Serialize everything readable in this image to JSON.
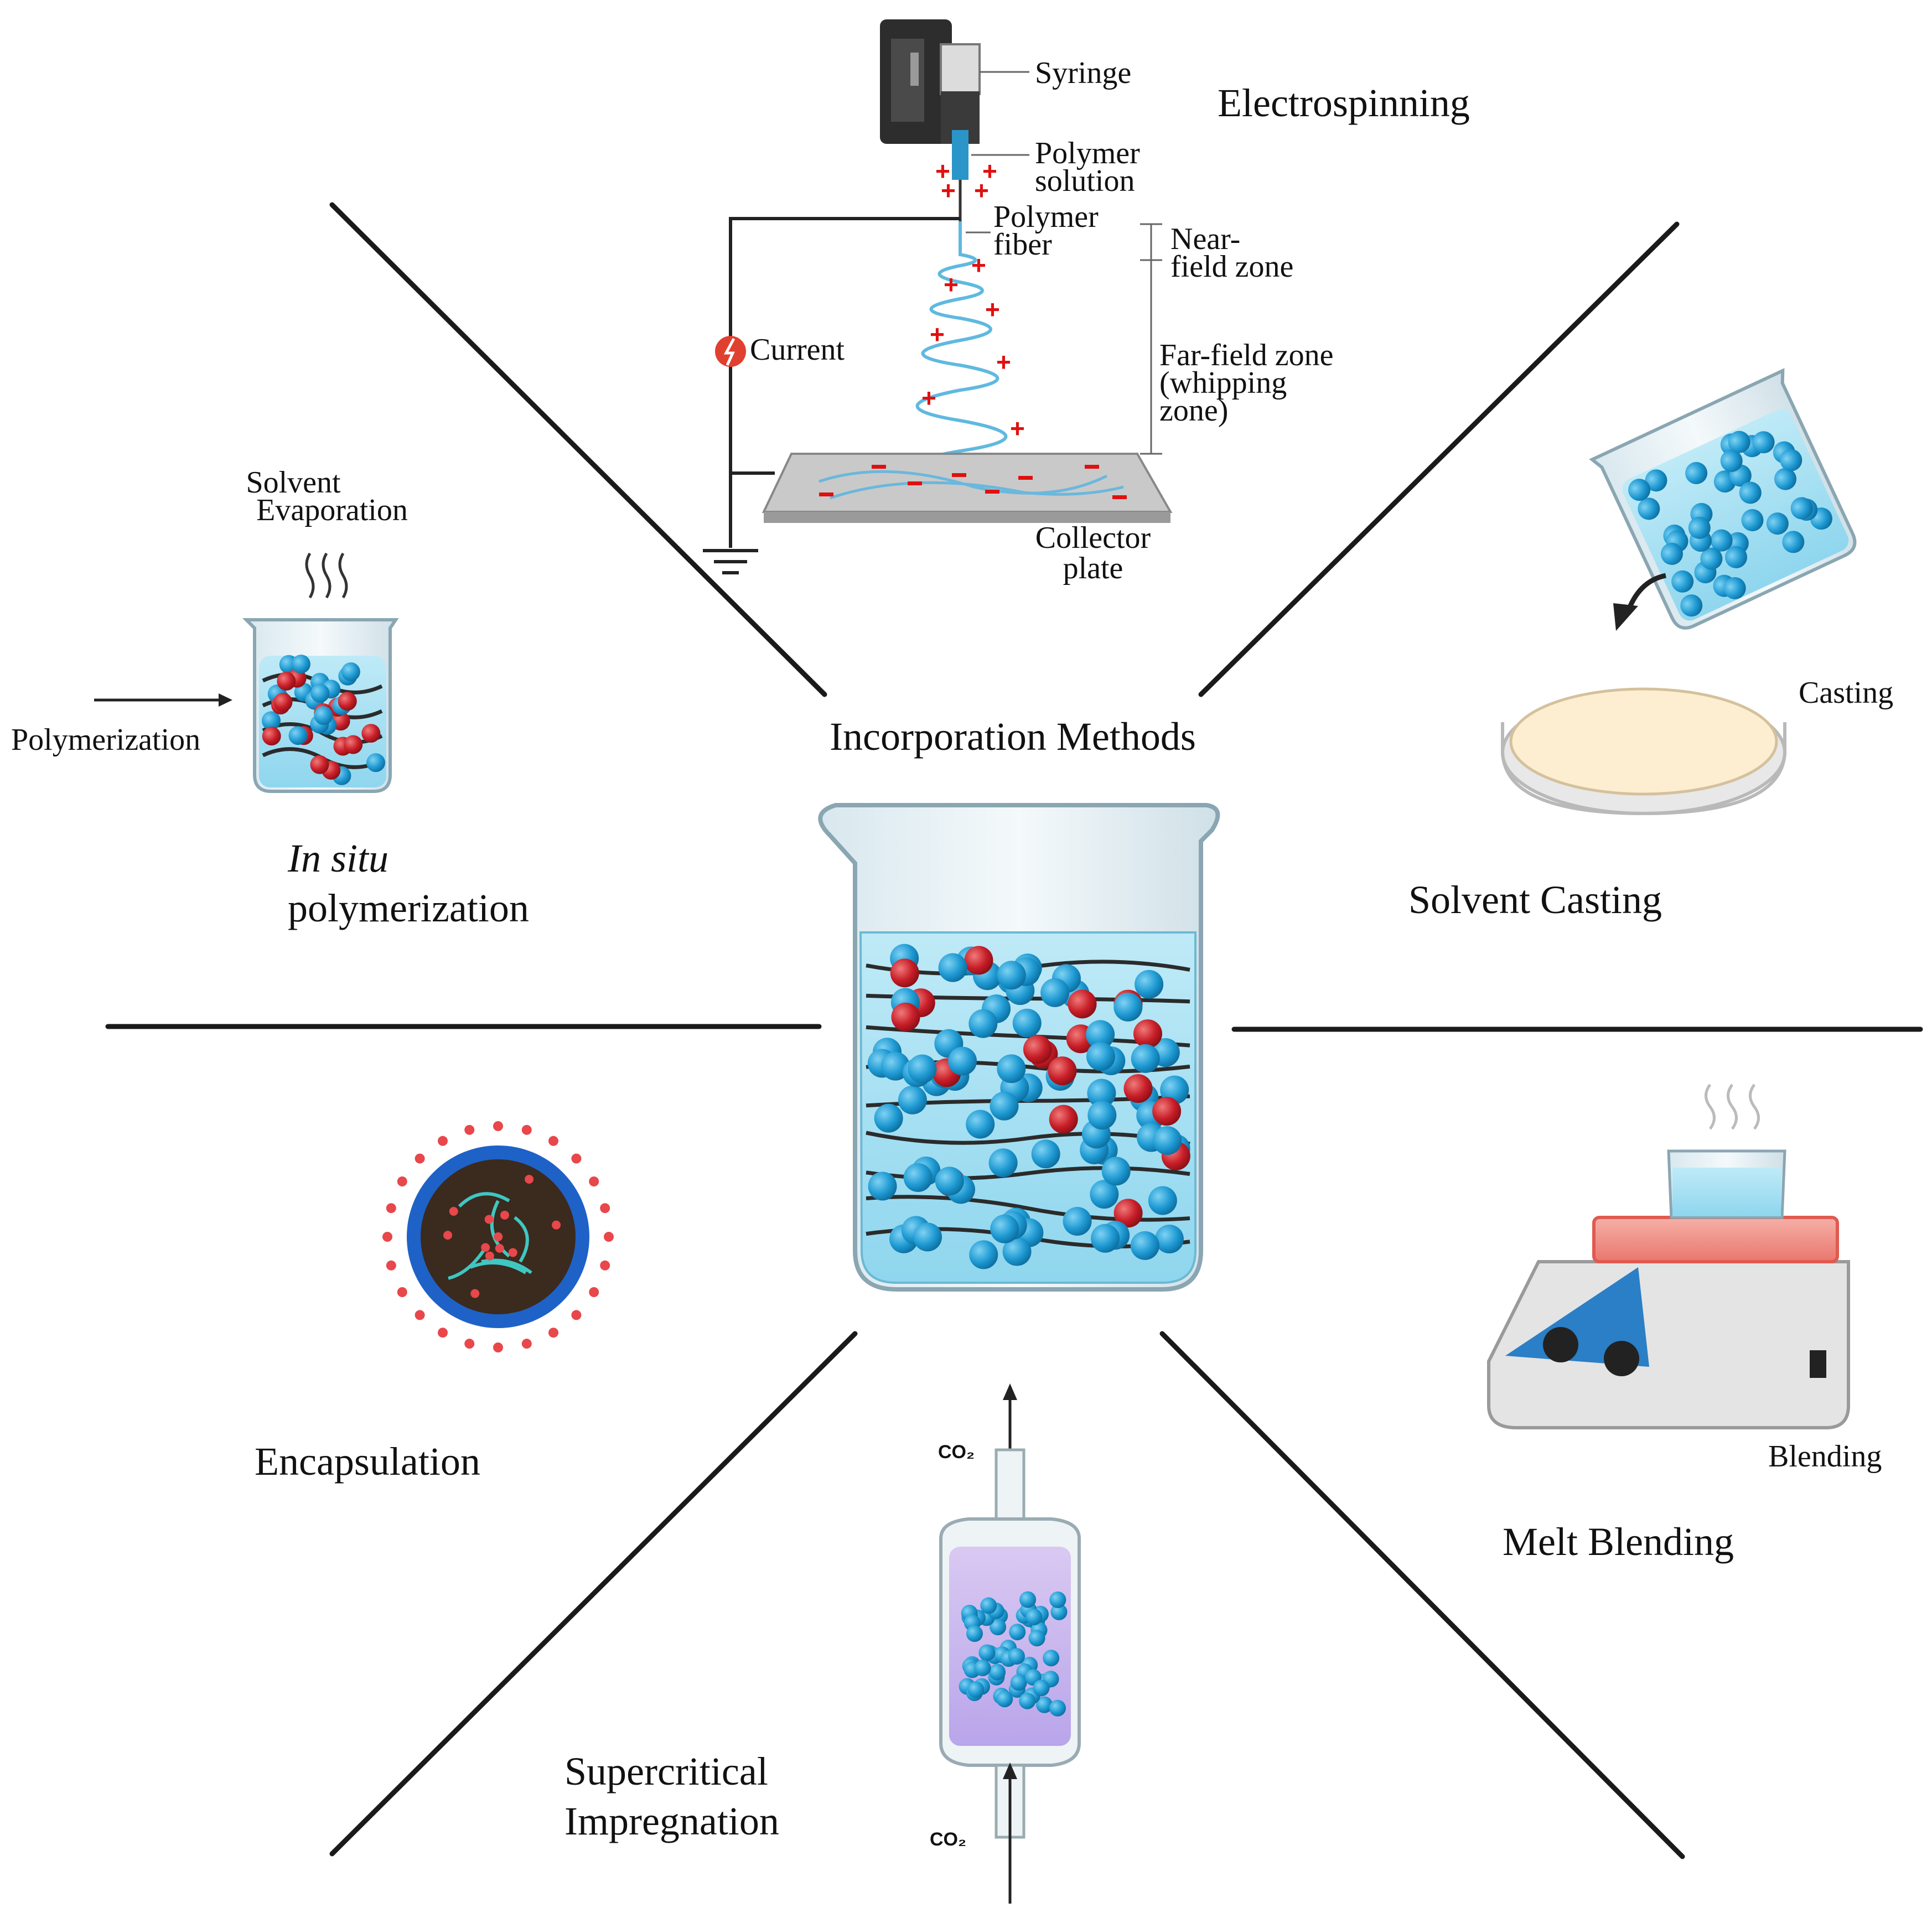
{
  "center": {
    "title": "Incorporation Methods"
  },
  "electrospinning": {
    "title": "Electrospinning",
    "labels": {
      "syringe": "Syringe",
      "polymer_solution_1": "Polymer",
      "polymer_solution_2": "solution",
      "polymer_fiber_1": "Polymer",
      "polymer_fiber_2": "fiber",
      "near_field_1": "Near-",
      "near_field_2": "field zone",
      "far_field_1": "Far-field zone",
      "far_field_2": "(whipping",
      "far_field_3": "zone)",
      "current": "Current",
      "collector_1": "Collector",
      "collector_2": "plate"
    }
  },
  "in_situ": {
    "title_italic": "In situ",
    "title": "polymerization",
    "evap_1": "Solvent",
    "evap_2": "Evaporation",
    "arrow_label": "Polymerization"
  },
  "solvent_casting": {
    "title": "Solvent Casting",
    "sub_label": "Casting"
  },
  "encapsulation": {
    "title": "Encapsulation"
  },
  "melt_blending": {
    "title": "Melt Blending",
    "sub_label": "Blending"
  },
  "supercritical": {
    "title_1": "Supercritical",
    "title_2": "Impregnation",
    "co2_top": "CO₂",
    "co2_bottom": "CO₂"
  },
  "colors": {
    "blue_particle": "#2a9fd6",
    "red_particle": "#c8202a",
    "liquid": "#a8e0f2",
    "divider": "#1a1a1a"
  },
  "icons": [
    "beaker-icon",
    "syringe-pump-icon",
    "petri-dish-icon",
    "hot-plate-icon",
    "capsule-icon",
    "supercritical-vessel-icon",
    "ground-icon",
    "current-icon"
  ]
}
